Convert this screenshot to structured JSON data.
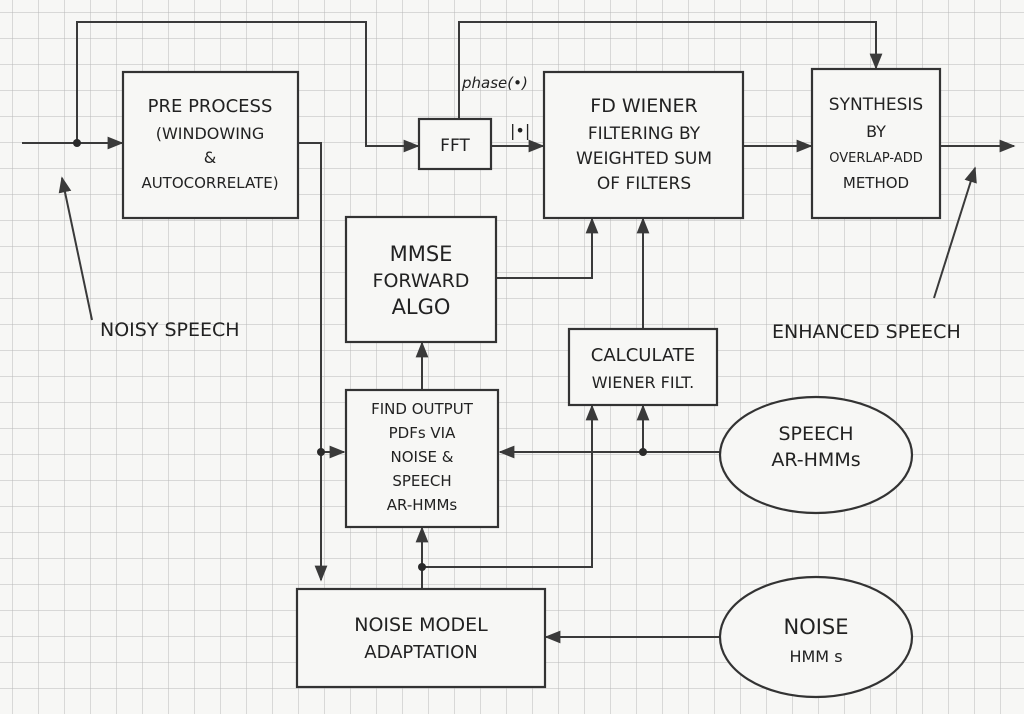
{
  "blocks": {
    "preprocess": [
      "PRE PROCESS",
      "(WINDOWING",
      "&",
      "AUTOCORRELATE)"
    ],
    "fft": [
      "FFT"
    ],
    "wiener": [
      "FD WIENER",
      "FILTERING BY",
      "WEIGHTED SUM",
      "OF FILTERS"
    ],
    "synthesis": [
      "SYNTHESIS",
      "BY",
      "OVERLAP-ADD",
      "METHOD"
    ],
    "mmse": [
      "MMSE",
      "FORWARD",
      "ALGO"
    ],
    "calc_wiener": [
      "CALCULATE",
      "WIENER FILT."
    ],
    "find_output": [
      "FIND OUTPUT",
      "PDFs VIA",
      "NOISE &",
      "SPEECH",
      "AR-HMMs"
    ],
    "noise_adapt": [
      "NOISE MODEL",
      "ADAPTATION"
    ],
    "speech_hmm": [
      "SPEECH",
      "AR-HMMs"
    ],
    "noise_hmm": [
      "NOISE",
      "HMM s"
    ]
  },
  "labels": {
    "phase": "phase(•)",
    "magnitude": "|•|",
    "noisy_speech": "NOISY SPEECH",
    "enhanced_speech": "ENHANCED SPEECH"
  }
}
